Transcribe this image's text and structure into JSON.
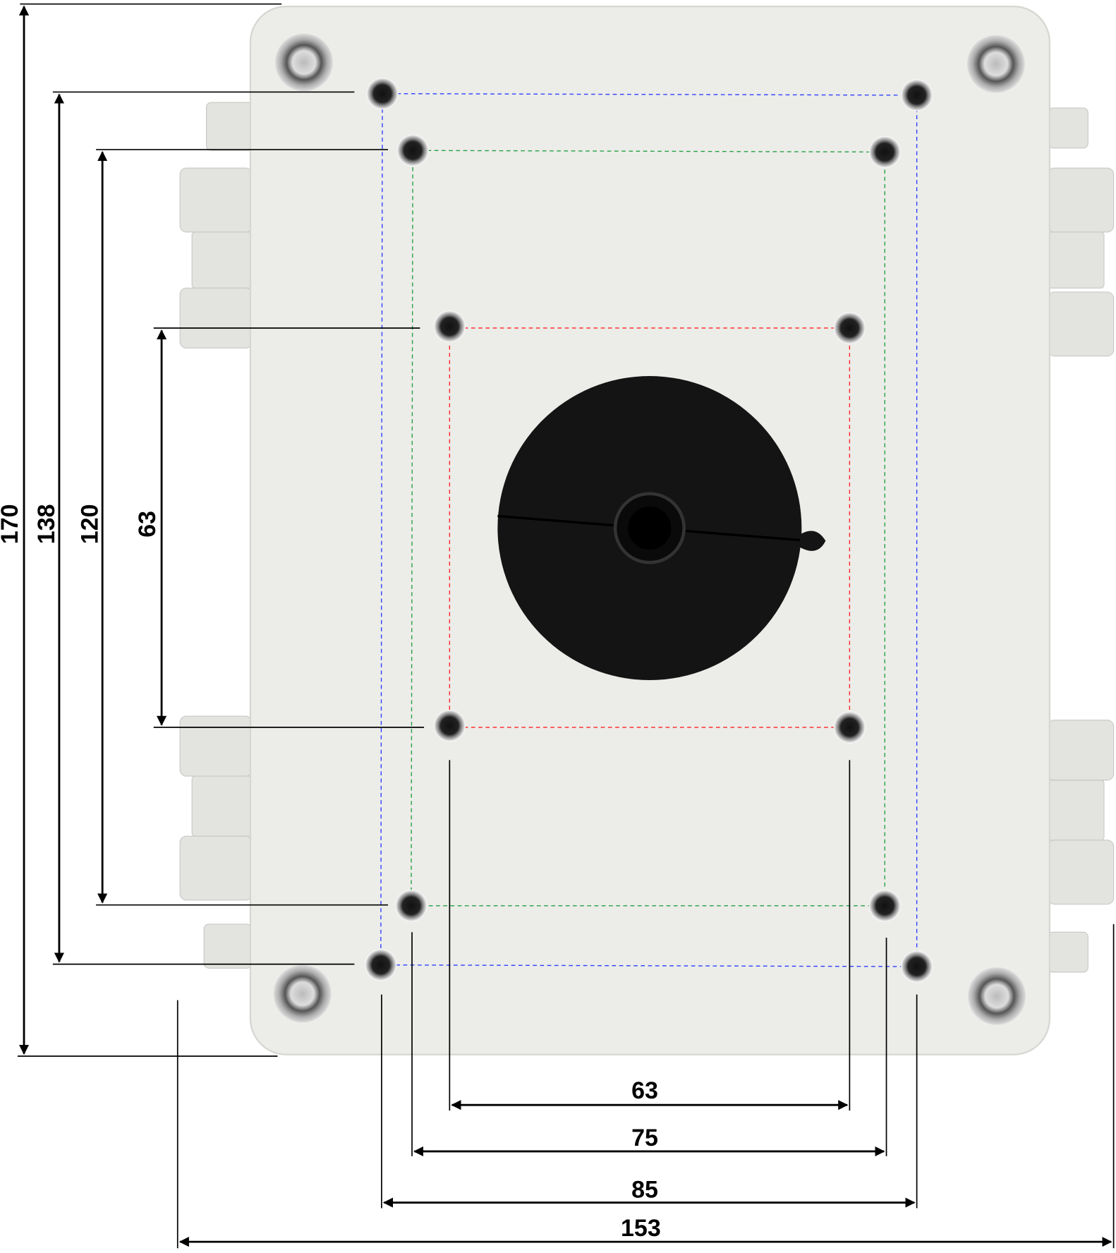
{
  "colors": {
    "box": "#ecece9",
    "outer_pattern": "#2a3cff",
    "middle_pattern": "#22a040",
    "inner_pattern": "#ff2020",
    "cap": "#141414"
  },
  "dimensions": {
    "vertical": [
      {
        "label": "170"
      },
      {
        "label": "138"
      },
      {
        "label": "120"
      },
      {
        "label": "63"
      }
    ],
    "horizontal": [
      {
        "label": "63"
      },
      {
        "label": "75"
      },
      {
        "label": "85"
      },
      {
        "label": "153"
      }
    ]
  }
}
